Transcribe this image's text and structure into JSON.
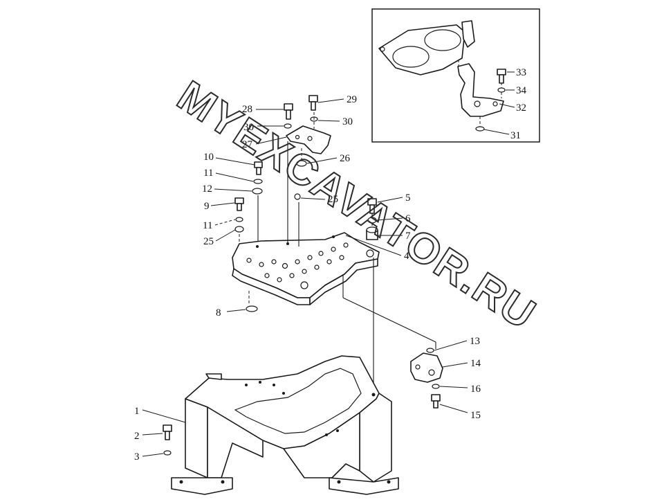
{
  "watermark": "MYEXCAVATOR.RU",
  "callouts": {
    "c1": "1",
    "c2": "2",
    "c3": "3",
    "c4": "4",
    "c5": "5",
    "c6": "6",
    "c7": "7",
    "c8": "8",
    "c9": "9",
    "c10": "10",
    "c11a": "11",
    "c11b": "11",
    "c12": "12",
    "c13": "13",
    "c14": "14",
    "c15": "15",
    "c16": "16",
    "c25a": "25",
    "c25b": "25",
    "c26": "26",
    "c27": "27",
    "c28": "28",
    "c29": "29",
    "c30a": "30",
    "c30b": "30",
    "c31": "31",
    "c32": "32",
    "c33": "33",
    "c34": "34"
  }
}
